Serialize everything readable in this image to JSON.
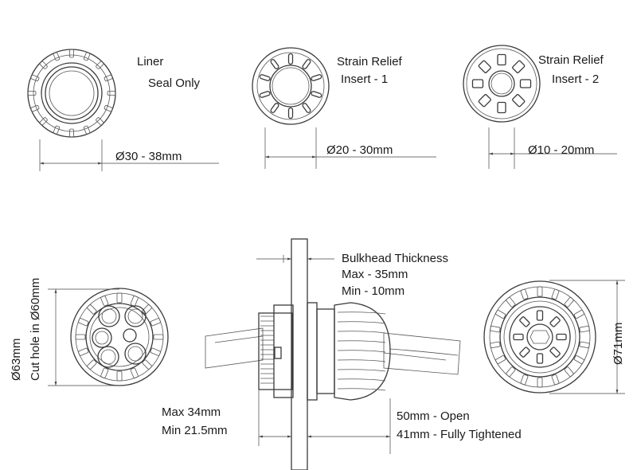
{
  "labels": {
    "liner": "Liner",
    "seal_only": "Seal Only",
    "liner_dim": "Ø30 - 38mm",
    "sr1_line1": "Strain Relief",
    "sr1_line2": "Insert - 1",
    "sr1_dim": "Ø20 - 30mm",
    "sr2_line1": "Strain Relief",
    "sr2_line2": "Insert - 2",
    "sr2_dim": "Ø10 - 20mm",
    "bulkhead_title": "Bulkhead Thickness",
    "bulkhead_max": "Max - 35mm",
    "bulkhead_min": "Min - 10mm",
    "outer_dia": "Ø63mm",
    "cut_hole": "Cut hole in Ø60mm",
    "right_dia": "Ø71mm",
    "len_max": "Max 34mm",
    "len_min": "Min 21.5mm",
    "open": "50mm - Open",
    "tightened": "41mm - Fully Tightened"
  }
}
